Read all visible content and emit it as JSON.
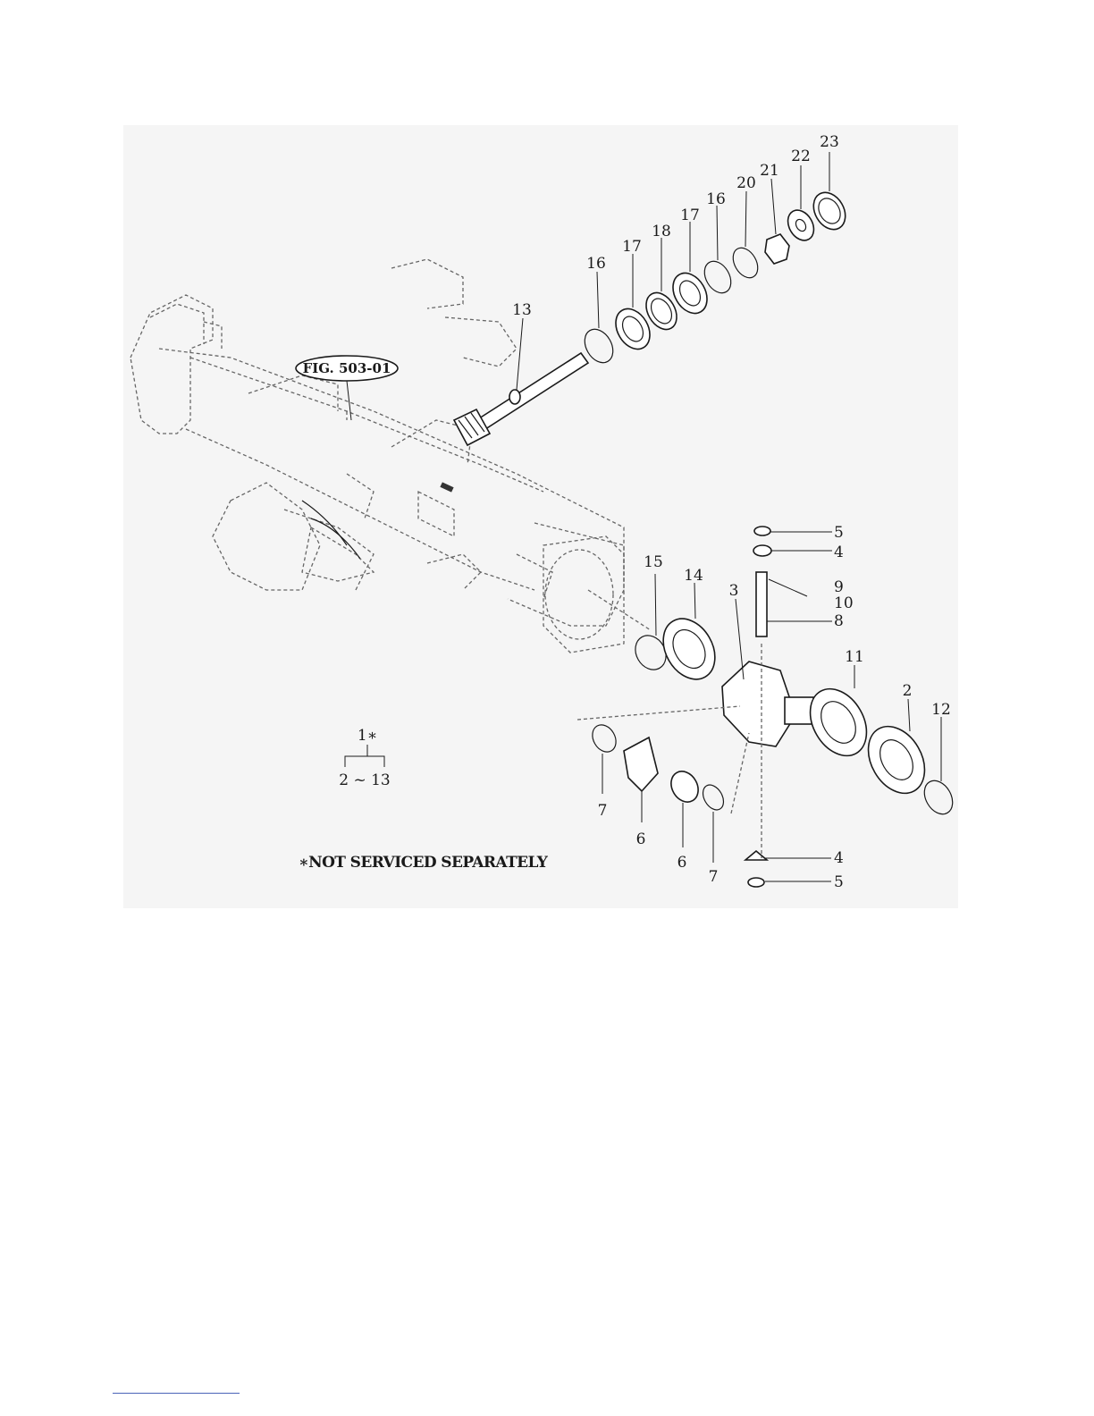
{
  "figure_reference": "FIG. 503-01",
  "callouts": [
    "23",
    "22",
    "21",
    "20",
    "16",
    "17",
    "18",
    "17",
    "16",
    "13",
    "5",
    "4",
    "9",
    "10",
    "8",
    "15",
    "14",
    "3",
    "11",
    "2",
    "12",
    "7",
    "6",
    "6",
    "7",
    "4",
    "5"
  ],
  "assembly_note": {
    "assembly_number": "1∗",
    "range": "2 ~ 13",
    "footnote": "∗NOT SERVICED SEPARATELY"
  },
  "colors": {
    "line": "#1a1a1a",
    "phantom": "#666666",
    "panel": "#f5f5f5",
    "footer_rule": "#4a63b8"
  }
}
